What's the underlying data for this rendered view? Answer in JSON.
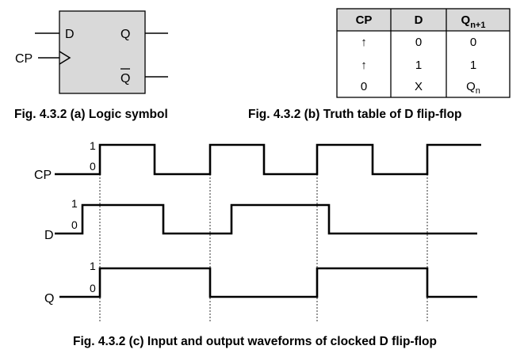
{
  "logic_symbol": {
    "inputs": {
      "d": "D",
      "cp": "CP"
    },
    "outputs": {
      "q": "Q",
      "q_bar": "Q"
    },
    "caption": "Fig. 4.3.2 (a) Logic symbol"
  },
  "truth_table": {
    "headers": {
      "cp": "CP",
      "d": "D",
      "q_main": "Q",
      "q_sub": "n+1"
    },
    "rows": [
      {
        "cp": "↑",
        "d": "0",
        "q_main": "0",
        "q_sub": ""
      },
      {
        "cp": "↑",
        "d": "1",
        "q_main": "1",
        "q_sub": ""
      },
      {
        "cp": "0",
        "d": "X",
        "q_main": "Q",
        "q_sub": "n"
      }
    ],
    "caption": "Fig. 4.3.2 (b) Truth table of D flip-flop"
  },
  "waveforms": {
    "signals": [
      {
        "name": "CP",
        "high": "1",
        "low": "0",
        "levels": [
          0,
          1,
          0,
          1,
          0,
          1,
          0,
          1
        ]
      },
      {
        "name": "D",
        "high": "1",
        "low": "0",
        "levels": [
          0,
          1,
          0,
          1,
          0
        ]
      },
      {
        "name": "Q",
        "high": "1",
        "low": "0",
        "levels": [
          0,
          1,
          0,
          1,
          0
        ]
      }
    ],
    "caption": "Fig. 4.3.2 (c) Input and output waveforms of clocked D flip-flop"
  },
  "colors": {
    "ink": "#000000",
    "box_fill": "#d9d9d9",
    "table_header": "#d9d9d9"
  }
}
